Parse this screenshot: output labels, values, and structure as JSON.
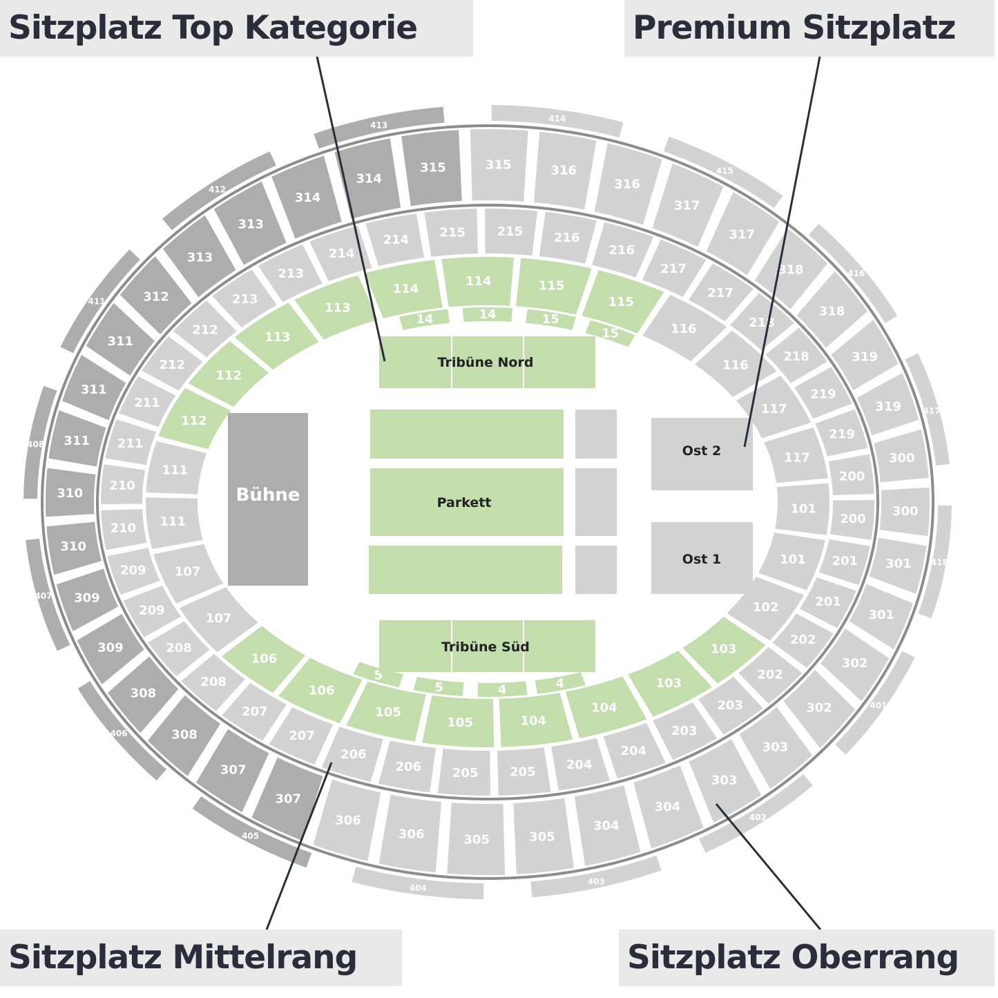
{
  "title": "",
  "categories": {
    "top": "Sitzplatz Top Kategorie",
    "premium": "Premium Sitzplatz",
    "mittelrang": "Sitzplatz Mittelrang",
    "oberrang": "Sitzplatz Oberrang"
  },
  "colors": {
    "top_category": "#c3ddac",
    "mittelrang": "#d3d2d3",
    "oberrang_light": "#d3d2d3",
    "oberrang_dark": "#adadad",
    "stage": "#adadad",
    "ring_outline": "#8c8c8c",
    "callout_line": "#2b2d3a",
    "label_bg": "#e9e9e9"
  },
  "floor": {
    "stage": "Bühne",
    "tribune_north": "Tribüne Nord",
    "tribune_south": "Tribüne Süd",
    "parkett": "Parkett",
    "ost2": "Ost 2",
    "ost1": "Ost 1"
  },
  "sections": {
    "ring1": [
      "101",
      "101",
      "102",
      "103",
      "103",
      "104",
      "104",
      "105",
      "105",
      "106",
      "106",
      "107",
      "107",
      "111",
      "111",
      "112",
      "112",
      "113",
      "113",
      "114",
      "114",
      "115",
      "115",
      "116",
      "116",
      "117",
      "117"
    ],
    "blocks_inner": [
      "4",
      "4",
      "5",
      "5",
      "14",
      "14",
      "15",
      "15"
    ],
    "ring2": [
      "200",
      "200",
      "201",
      "201",
      "202",
      "202",
      "203",
      "203",
      "204",
      "204",
      "205",
      "205",
      "206",
      "206",
      "207",
      "207",
      "208",
      "208",
      "209",
      "209",
      "210",
      "210",
      "211",
      "211",
      "212",
      "212",
      "213",
      "213",
      "214",
      "214",
      "215",
      "215",
      "216",
      "216",
      "217",
      "217",
      "218",
      "218",
      "219",
      "219"
    ],
    "ring3": [
      "300",
      "300",
      "301",
      "301",
      "302",
      "302",
      "303",
      "303",
      "304",
      "304",
      "305",
      "305",
      "306",
      "306",
      "307",
      "307",
      "308",
      "308",
      "309",
      "309",
      "310",
      "310",
      "311",
      "311",
      "311",
      "312",
      "313",
      "313",
      "314",
      "314",
      "315",
      "315",
      "316",
      "316",
      "317",
      "317",
      "318",
      "318",
      "319",
      "319"
    ],
    "ring4": [
      "401",
      "402",
      "403",
      "404",
      "405",
      "406",
      "407",
      "408",
      "411",
      "412",
      "413",
      "414",
      "415",
      "416",
      "417",
      "418"
    ]
  }
}
